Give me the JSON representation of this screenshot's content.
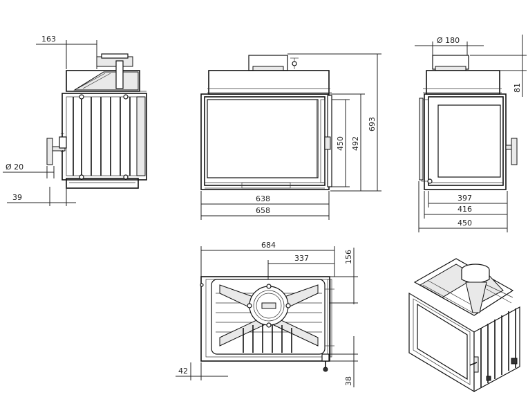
{
  "dimensions": {
    "side_width": "163",
    "handle_diameter": "Ø 20",
    "handle_offset": "39",
    "front_glass_height": "450",
    "front_frame_height": "492",
    "front_total_height": "693",
    "front_glass_width": "638",
    "front_total_width": "658",
    "flue_diameter": "Ø 180",
    "flue_height": "81",
    "side_width_397": "397",
    "side_width_416": "416",
    "side_width_450": "450",
    "top_width": "684",
    "top_flue_offset": "337",
    "top_depth_156": "156",
    "bottom_left_offset": "42",
    "bottom_depth_38": "38"
  }
}
